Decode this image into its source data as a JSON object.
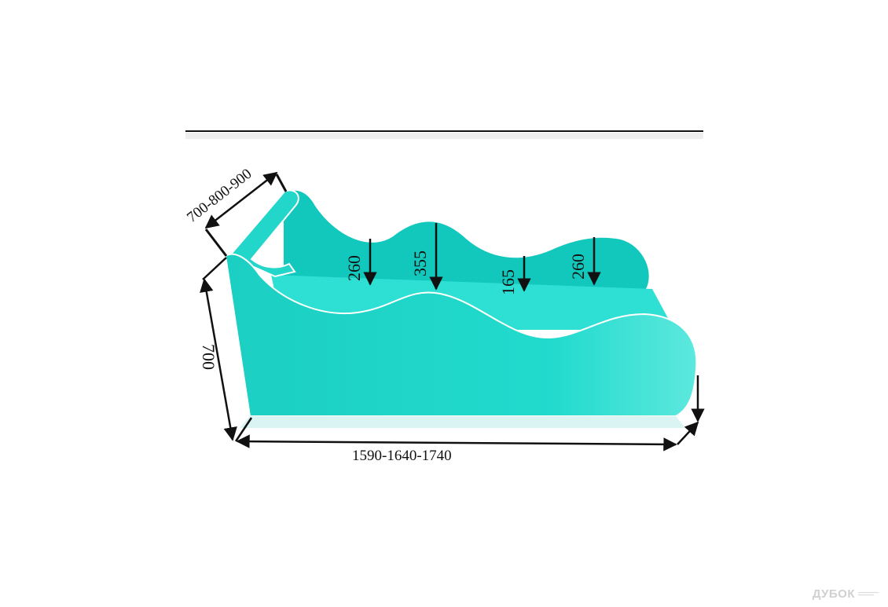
{
  "diagram": {
    "dimensions": {
      "depth": "700-800-900",
      "height": "700",
      "length": "1590-1640-1740",
      "wave_heights": [
        "260",
        "355",
        "165",
        "260"
      ]
    },
    "colors": {
      "body": "#1fd6c9",
      "inner": "#2ee0d4",
      "inner_back": "#12c8bc",
      "edge": "#ffffff",
      "line": "#111111"
    }
  },
  "watermark": {
    "name": "ДУБОК"
  }
}
